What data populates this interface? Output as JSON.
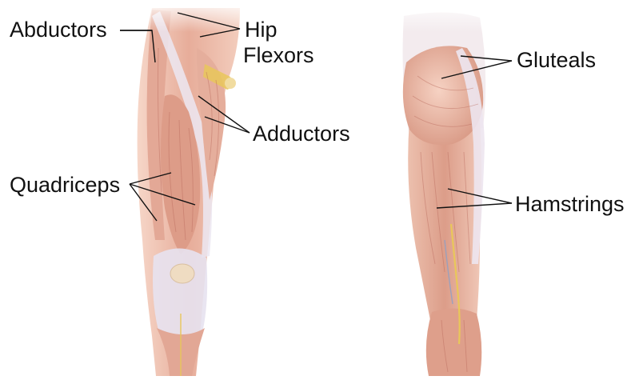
{
  "colors": {
    "background": "#ffffff",
    "muscle_light": "#f3cdbd",
    "muscle_mid": "#e2a795",
    "muscle_dark": "#c97f6c",
    "tendon": "#ece8f2",
    "nerve": "#e9c75a",
    "text": "#111111"
  },
  "labels": {
    "abductors": "Abductors",
    "hip_flexors_line1": "Hip",
    "hip_flexors_line2": "Flexors",
    "adductors": "Adductors",
    "quadriceps": "Quadriceps",
    "gluteals": "Gluteals",
    "hamstrings": "Hamstrings"
  },
  "views": {
    "front": {
      "icon": "anterior-thigh-illustration"
    },
    "back": {
      "icon": "posterior-thigh-illustration"
    }
  }
}
